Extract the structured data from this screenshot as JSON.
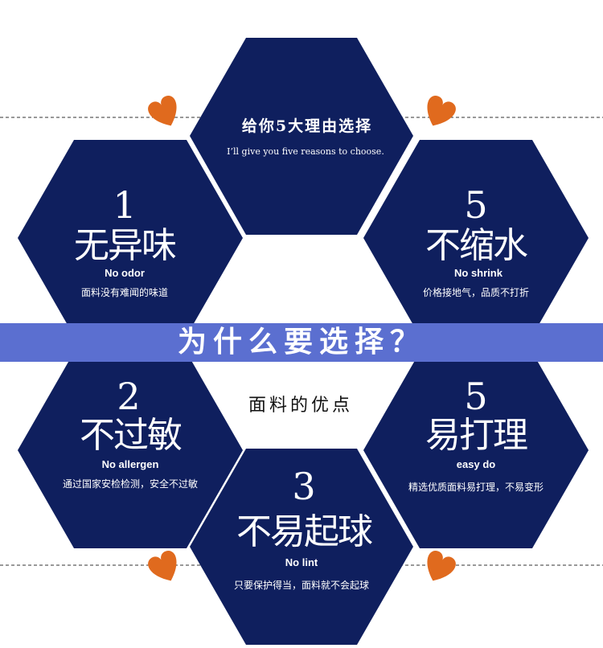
{
  "header": {
    "title_cn": "给你5大理由选择",
    "title_en": "I’ll give you five reasons to choose."
  },
  "banner": {
    "text": "为什么要选择？",
    "color": "#5b6fd0"
  },
  "center_label": "面料的优点",
  "colors": {
    "hexagon": "#0f1f5e",
    "heart": "#e06a1e",
    "banner": "#5b6fd0"
  },
  "items": [
    {
      "number": "1",
      "title": "无异味",
      "en": "No odor",
      "desc": "面料没有难闻的味道"
    },
    {
      "number": "5",
      "title": "不缩水",
      "en": "No shrink",
      "desc": "价格接地气，品质不打折"
    },
    {
      "number": "2",
      "title": "不过敏",
      "en": "No allergen",
      "desc": "通过国家安检检测，安全不过敏"
    },
    {
      "number": "5",
      "title": "易打理",
      "en": "easy do",
      "desc": "精选优质面料易打理，不易变形"
    },
    {
      "number": "3",
      "title": "不易起球",
      "en": "No lint",
      "desc": "只要保护得当，面料就不会起球"
    }
  ]
}
